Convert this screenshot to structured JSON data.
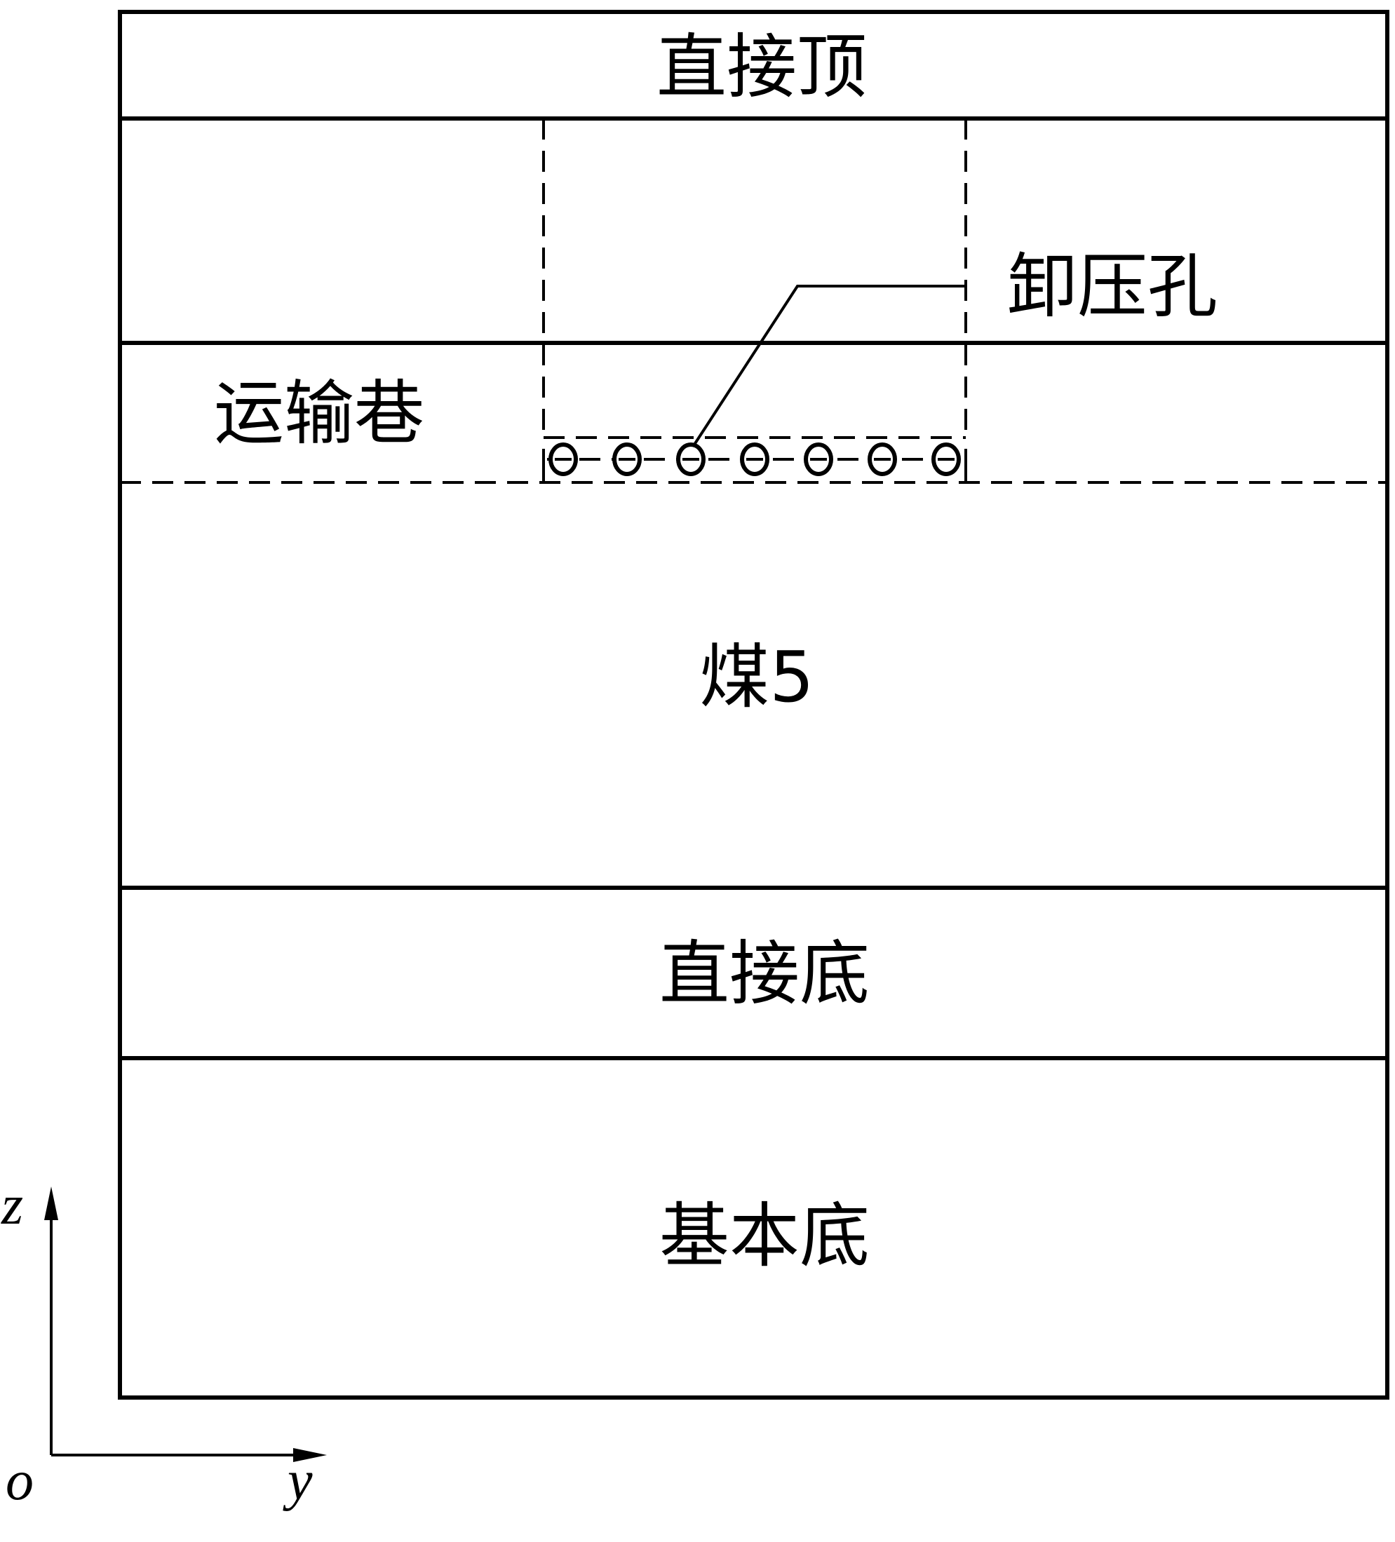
{
  "layers": {
    "immediate_roof": "直接顶",
    "transport_roadway": "运输巷",
    "coal_seam": "煤5",
    "immediate_floor": "直接底",
    "main_floor": "基本底"
  },
  "annotations": {
    "relief_hole": "卸压孔"
  },
  "axes": {
    "vertical": "z",
    "horizontal": "y",
    "origin": "o"
  },
  "hole_count": 7
}
